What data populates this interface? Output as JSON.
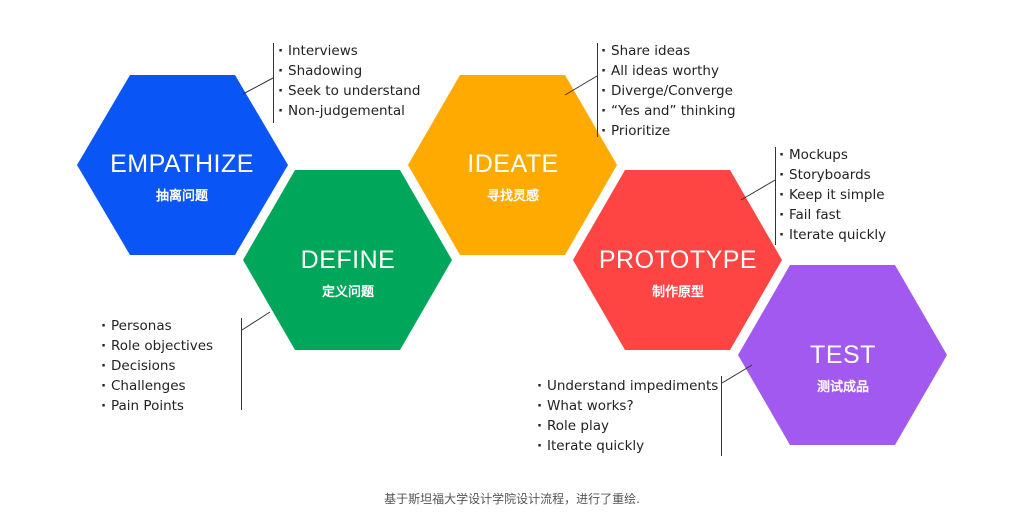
{
  "stages": [
    {
      "id": "empathize",
      "title": "EMPATHIZE",
      "subtitle": "抽离问题",
      "color": "#0a55f5",
      "items": [
        "Interviews",
        "Shadowing",
        "Seek to understand",
        "Non-judgemental"
      ]
    },
    {
      "id": "define",
      "title": "DEFINE",
      "subtitle": "定义问题",
      "color": "#00a65a",
      "items": [
        "Personas",
        "Role objectives",
        "Decisions",
        "Challenges",
        "Pain Points"
      ]
    },
    {
      "id": "ideate",
      "title": "IDEATE",
      "subtitle": "寻找灵感",
      "color": "#ffaa00",
      "items": [
        "Share ideas",
        "All ideas worthy",
        "Diverge/Converge",
        "“Yes and” thinking",
        "Prioritize"
      ]
    },
    {
      "id": "prototype",
      "title": "PROTOTYPE",
      "subtitle": "制作原型",
      "color": "#ff4444",
      "items": [
        "Mockups",
        "Storyboards",
        "Keep it simple",
        "Fail fast",
        "Iterate quickly"
      ]
    },
    {
      "id": "test",
      "title": "TEST",
      "subtitle": "测试成品",
      "color": "#a259f0",
      "items": [
        "Understand impediments",
        "What works?",
        "Role play",
        "Iterate quickly"
      ]
    }
  ],
  "footer": "基于斯坦福大学设计学院设计流程，进行了重绘."
}
